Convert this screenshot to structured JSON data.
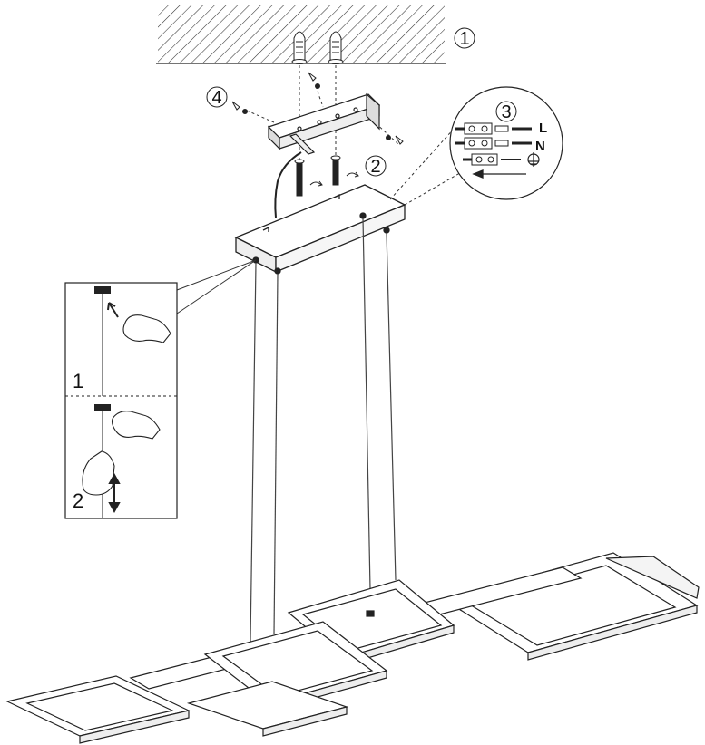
{
  "diagram": {
    "steps": {
      "ceiling": "1",
      "screws": "2",
      "wiring": "3",
      "side_screws": "4"
    },
    "wiring": {
      "live": "L",
      "neutral": "N"
    },
    "inset": {
      "step_one": "1",
      "step_two": "2"
    }
  }
}
